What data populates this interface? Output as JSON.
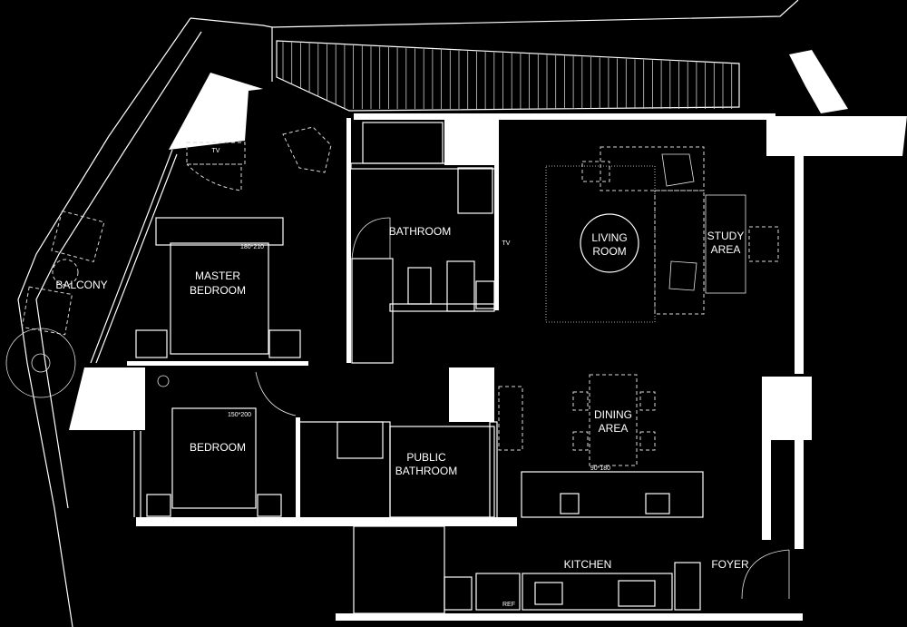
{
  "rooms": {
    "balcony": "BALCONY",
    "master_bedroom_line1": "MASTER",
    "master_bedroom_line2": "BEDROOM",
    "master_bed_size": "180*210",
    "tv_master": "TV",
    "bathroom": "BATHROOM",
    "tv_living": "TV",
    "living_room_line1": "LIVING",
    "living_room_line2": "ROOM",
    "study_area_line1": "STUDY",
    "study_area_line2": "AREA",
    "bedroom": "BEDROOM",
    "bed_size": "150*200",
    "public_bathroom_line1": "PUBLIC",
    "public_bathroom_line2": "BATHROOM",
    "dining_area_line1": "DINING",
    "dining_area_line2": "AREA",
    "dining_table_size": "90*180",
    "kitchen": "KITCHEN",
    "foyer": "FOYER",
    "ref": "REF"
  },
  "colors": {
    "background": "#000000",
    "lines": "#ffffff"
  }
}
